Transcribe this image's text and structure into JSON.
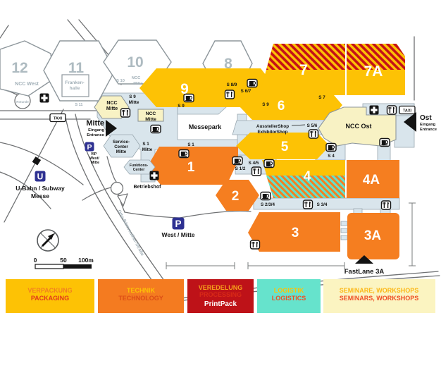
{
  "L": {
    "hall_12": "12",
    "hall_11": "11",
    "hall_10": "10",
    "hall_9": "9",
    "hall_8": "8",
    "hall_7": "7",
    "hall_7a": "7A",
    "hall_6": "6",
    "hall_5": "5",
    "hall_4": "4",
    "hall_4a": "4A",
    "hall_1": "1",
    "hall_2": "2",
    "hall_3": "3",
    "hall_3a": "3A",
    "ncc_west": "NCC West",
    "rotunde": "Rotunde",
    "franken_1": "Franken-",
    "franken_2": "halle",
    "s11": "S 11",
    "s10": "S 10",
    "ncc": "NCC",
    "mitte": "Mitte",
    "center": "Center",
    "s9": "S 9",
    "s1": "S 1",
    "eingang": "Eingang",
    "entrance": "Entrance",
    "service_1": "Service-",
    "funktions_1": "Funktions-",
    "betriebshof": "Betriebshof",
    "vip_1": "VIP",
    "vip_2": "West/",
    "messepark": "Messepark",
    "s89": "S 8/9",
    "s67": "S 6/7",
    "s7": "S 7",
    "s56": "S 5/6",
    "s4": "S 4",
    "s45": "S 4/5",
    "s12": "S 1/2",
    "s234": "S 2/3/4",
    "s34": "S 3/4",
    "aussteller": "AusstellerShop",
    "exhibitor": "ExhibitorShop",
    "ncc_ost": "NCC Ost",
    "ost": "Ost",
    "ubahn": "U-Bahn / Subway",
    "messe": "Messe",
    "west_mitte": "West / Mitte",
    "strasse": "Otto-Bärnreuther-Straße",
    "fastlane": "FastLane 3A",
    "scale_0": "0",
    "scale_50": "50",
    "scale_100": "100m"
  },
  "icons": {
    "taxi": "TAXI",
    "parking": "P",
    "subway": "U"
  },
  "legend": {
    "items": [
      {
        "lines": [
          "VERPACKUNG",
          "PACKAGING"
        ],
        "bg": "#FDC205"
      },
      {
        "lines": [
          "TECHNIK",
          "TECHNOLOGY"
        ],
        "bg": "#F47B20"
      },
      {
        "lines": [
          "VEREDELUNG",
          "PROCESSING",
          "PrintPack"
        ],
        "bg": "#BE1218"
      },
      {
        "lines": [
          "LOGISTIK",
          "LOGISTICS"
        ],
        "bg": "#66E3CC"
      },
      {
        "lines": [
          "SEMINARE, WORKSHOPS",
          "SEMINARS, WORKSHOPS"
        ],
        "bg": "#FBF4C1"
      }
    ]
  },
  "colors": {
    "packaging_yellow": "#FDC205",
    "technology_orange": "#F57E20",
    "processing_red": "#BE1218",
    "logistics_teal": "#62E2CA",
    "seminars_cream": "#FBF4C1",
    "walkway_blue": "#D9E5EC",
    "building_cream": "#F8F2C4",
    "transit_blue": "#2E3192"
  }
}
